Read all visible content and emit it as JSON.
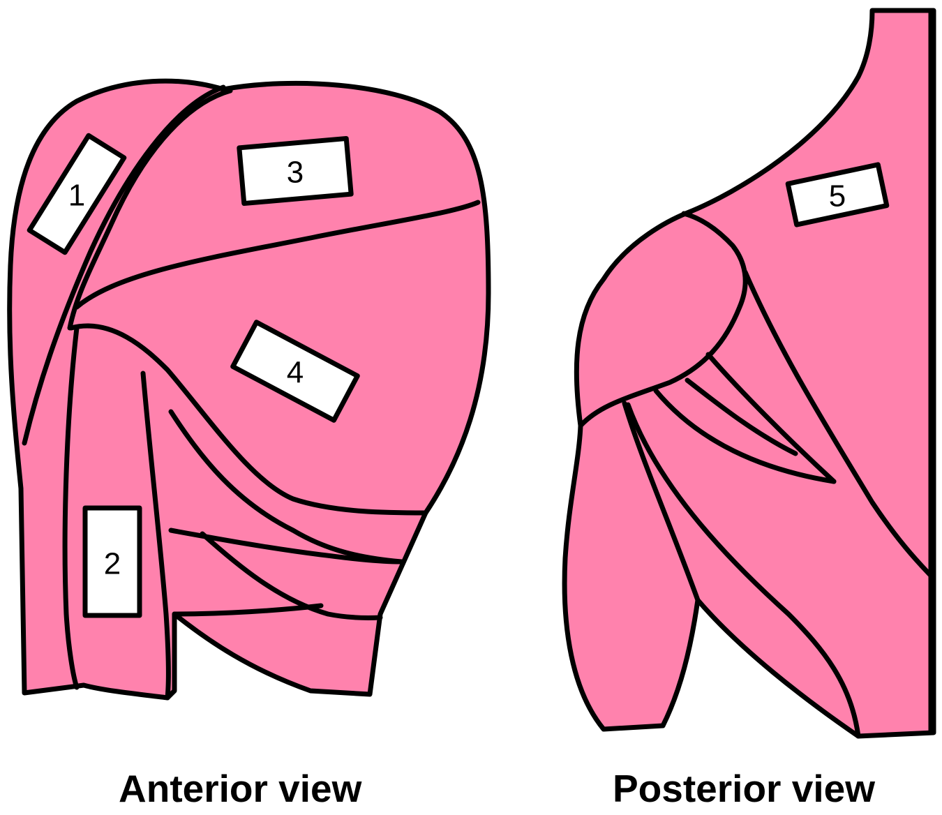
{
  "labels": {
    "l1": "1",
    "l2": "2",
    "l3": "3",
    "l4": "4",
    "l5": "5"
  },
  "captions": {
    "anterior": "Anterior view",
    "posterior": "Posterior view"
  },
  "colors": {
    "muscle_fill": "#ff82ad",
    "outline": "#000000",
    "label_fill": "#ffffff"
  }
}
